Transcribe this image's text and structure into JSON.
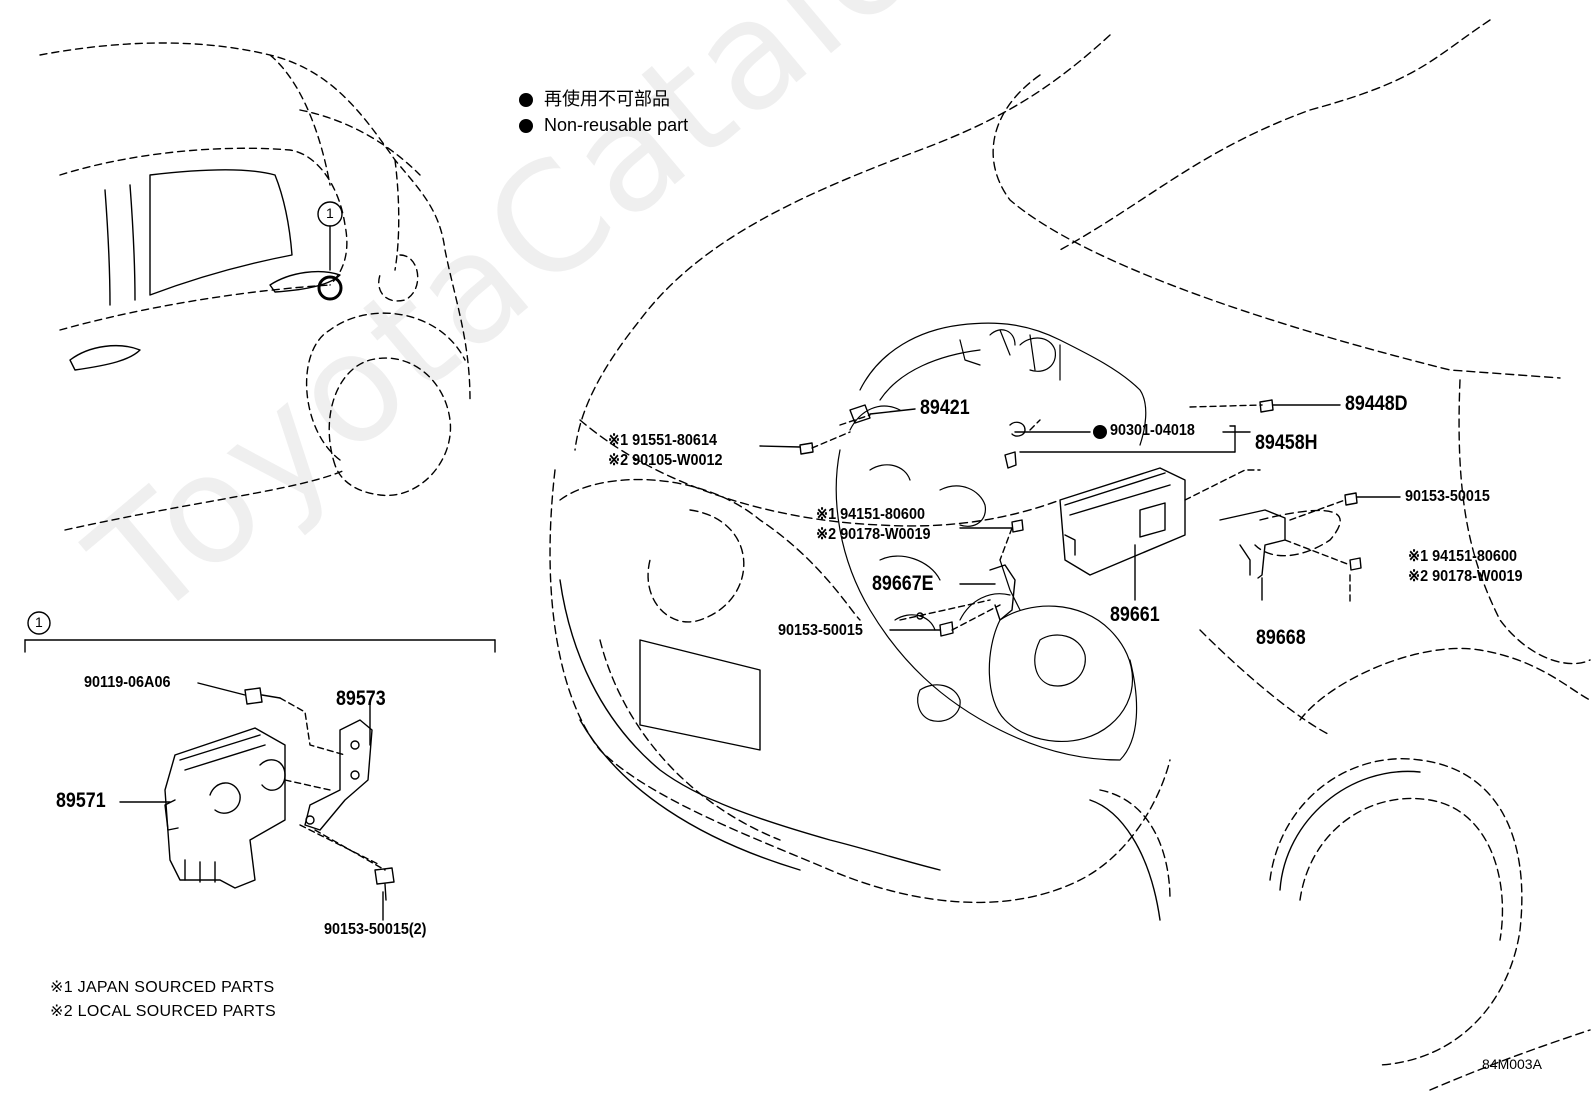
{
  "diagram_code": "84M003A",
  "watermark": "ToyotaCatalog.ru",
  "legend": {
    "non_reusable_jp": "再使用不可部品",
    "non_reusable_en": "Non-reusable part"
  },
  "callout_marker": "1",
  "notes": {
    "japan": "※1 JAPAN SOURCED PARTS",
    "local": "※2 LOCAL SOURCED PARTS"
  },
  "inset": {
    "marker": "1",
    "parts": {
      "p89573": "89573",
      "p89571": "89571",
      "p90119": "90119-06A06",
      "p90153_2": "90153-50015(2)"
    }
  },
  "engine": {
    "parts": {
      "p89421": "89421",
      "p89448d": "89448D",
      "p90301": "90301-04018",
      "p89458h": "89458H",
      "p91551": "※1 91551-80614",
      "p90105": "※2 90105-W0012",
      "p94151_a": "※1 94151-80600",
      "p90178_a": "※2 90178-W0019",
      "p90153_a": "90153-50015",
      "p94151_b": "※1 94151-80600",
      "p90178_b": "※2 90178-W0019",
      "p89667e": "89667E",
      "p89661": "89661",
      "p90153_b": "90153-50015",
      "p89668": "89668"
    }
  }
}
